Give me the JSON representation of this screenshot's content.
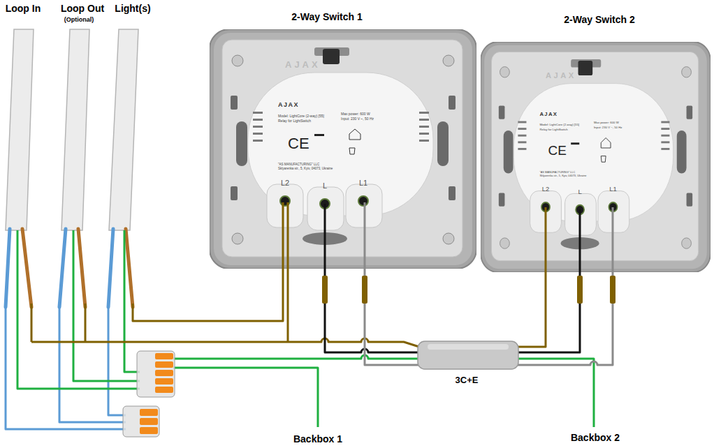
{
  "diagram": {
    "nodes": [
      {
        "text": [
          "2-Way Switch 1",
          "AJAX",
          "AJAX",
          "Model: LightCore (2-way) [55]",
          "Relay for LightSwitch",
          "Max power: 600 W",
          "Input: 230 V ~, 50 Hz",
          "CE",
          "\"AS MANUFACTURING\" LLC",
          "Sklyarenka str., 5, Kyiv, 04073, Ukraine",
          "L2",
          "L",
          "L1"
        ]
      },
      {
        "text": [
          "2-Way Switch 2",
          "AJAX",
          "AJAX",
          "Model: LightCore (2-way) [55]",
          "Relay for LightSwitch",
          "Max power: 600 W",
          "Input: 230 V ~, 50 Hz",
          "CE",
          "\"AS MANUFACTURING\" LLC",
          "Sklyarenka str., 5, Kyiv, 04073, Ukraine",
          "L2",
          "L",
          "L1"
        ]
      }
    ],
    "labels": [
      "Loop In",
      "Loop Out",
      "(Optional)",
      "Light(s)",
      "3C+E",
      "Backbox 1",
      "Backbox 2"
    ]
  }
}
